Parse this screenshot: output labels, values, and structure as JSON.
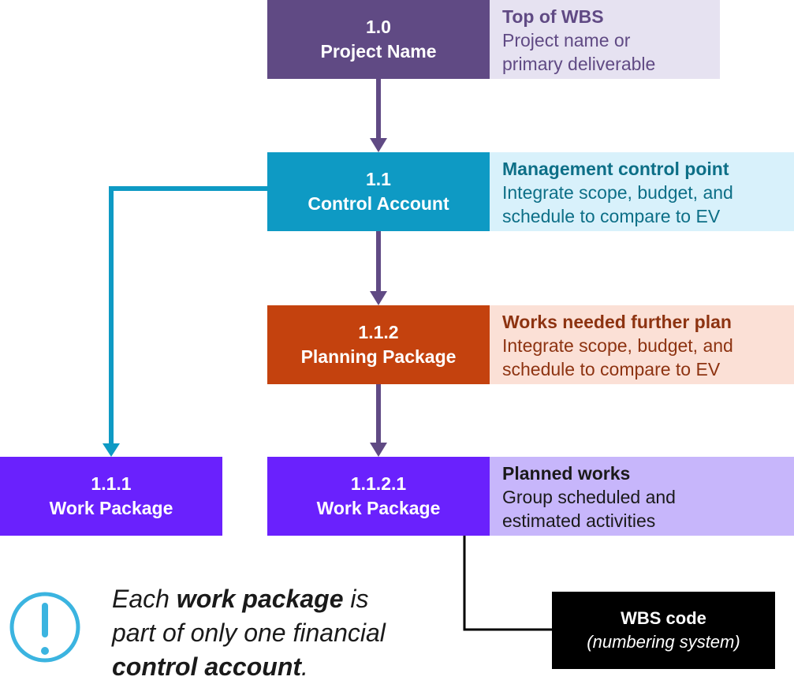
{
  "nodes": {
    "project": {
      "code": "1.0",
      "name": "Project Name",
      "color": "#604a84"
    },
    "control": {
      "code": "1.1",
      "name": "Control Account",
      "color": "#0e9ac4"
    },
    "planning": {
      "code": "1.1.2",
      "name": "Planning Package",
      "color": "#c4420e"
    },
    "wp1": {
      "code": "1.1.1",
      "name": "Work Package",
      "color": "#6a21fd"
    },
    "wp2": {
      "code": "1.1.2.1",
      "name": "Work Package",
      "color": "#6a21fd"
    }
  },
  "descriptions": {
    "project": {
      "heading": "Top of WBS",
      "line1": "Project name or",
      "line2": "primary deliverable",
      "bg": "#e6e2f1",
      "color": "#604a84"
    },
    "control": {
      "heading": "Management control point",
      "line1": "Integrate scope, budget, and",
      "line2": "schedule to compare to EV",
      "bg": "#d8f1fb",
      "color": "#0d6f87"
    },
    "planning": {
      "heading": "Works needed further plan",
      "line1": "Integrate scope, budget, and",
      "line2": "schedule to compare to EV",
      "bg": "#fbe0d6",
      "color": "#8d3311"
    },
    "wp2": {
      "heading": "Planned works",
      "line1": "Group scheduled and",
      "line2": "estimated activities",
      "bg": "#c7b6fb",
      "color": "#1a1a1a"
    }
  },
  "note": {
    "part1": "Each ",
    "bold1": "work package",
    "part2": " is",
    "line2": "part of only one financial",
    "bold2": "control account",
    "part3": "."
  },
  "callout": {
    "title": "WBS code",
    "subtitle": "(numbering system)"
  },
  "colors": {
    "purple_arrow": "#604a84",
    "cyan_arrow": "#0e9ac4",
    "black_line": "#000000",
    "info_icon": "#3bb4e0"
  }
}
